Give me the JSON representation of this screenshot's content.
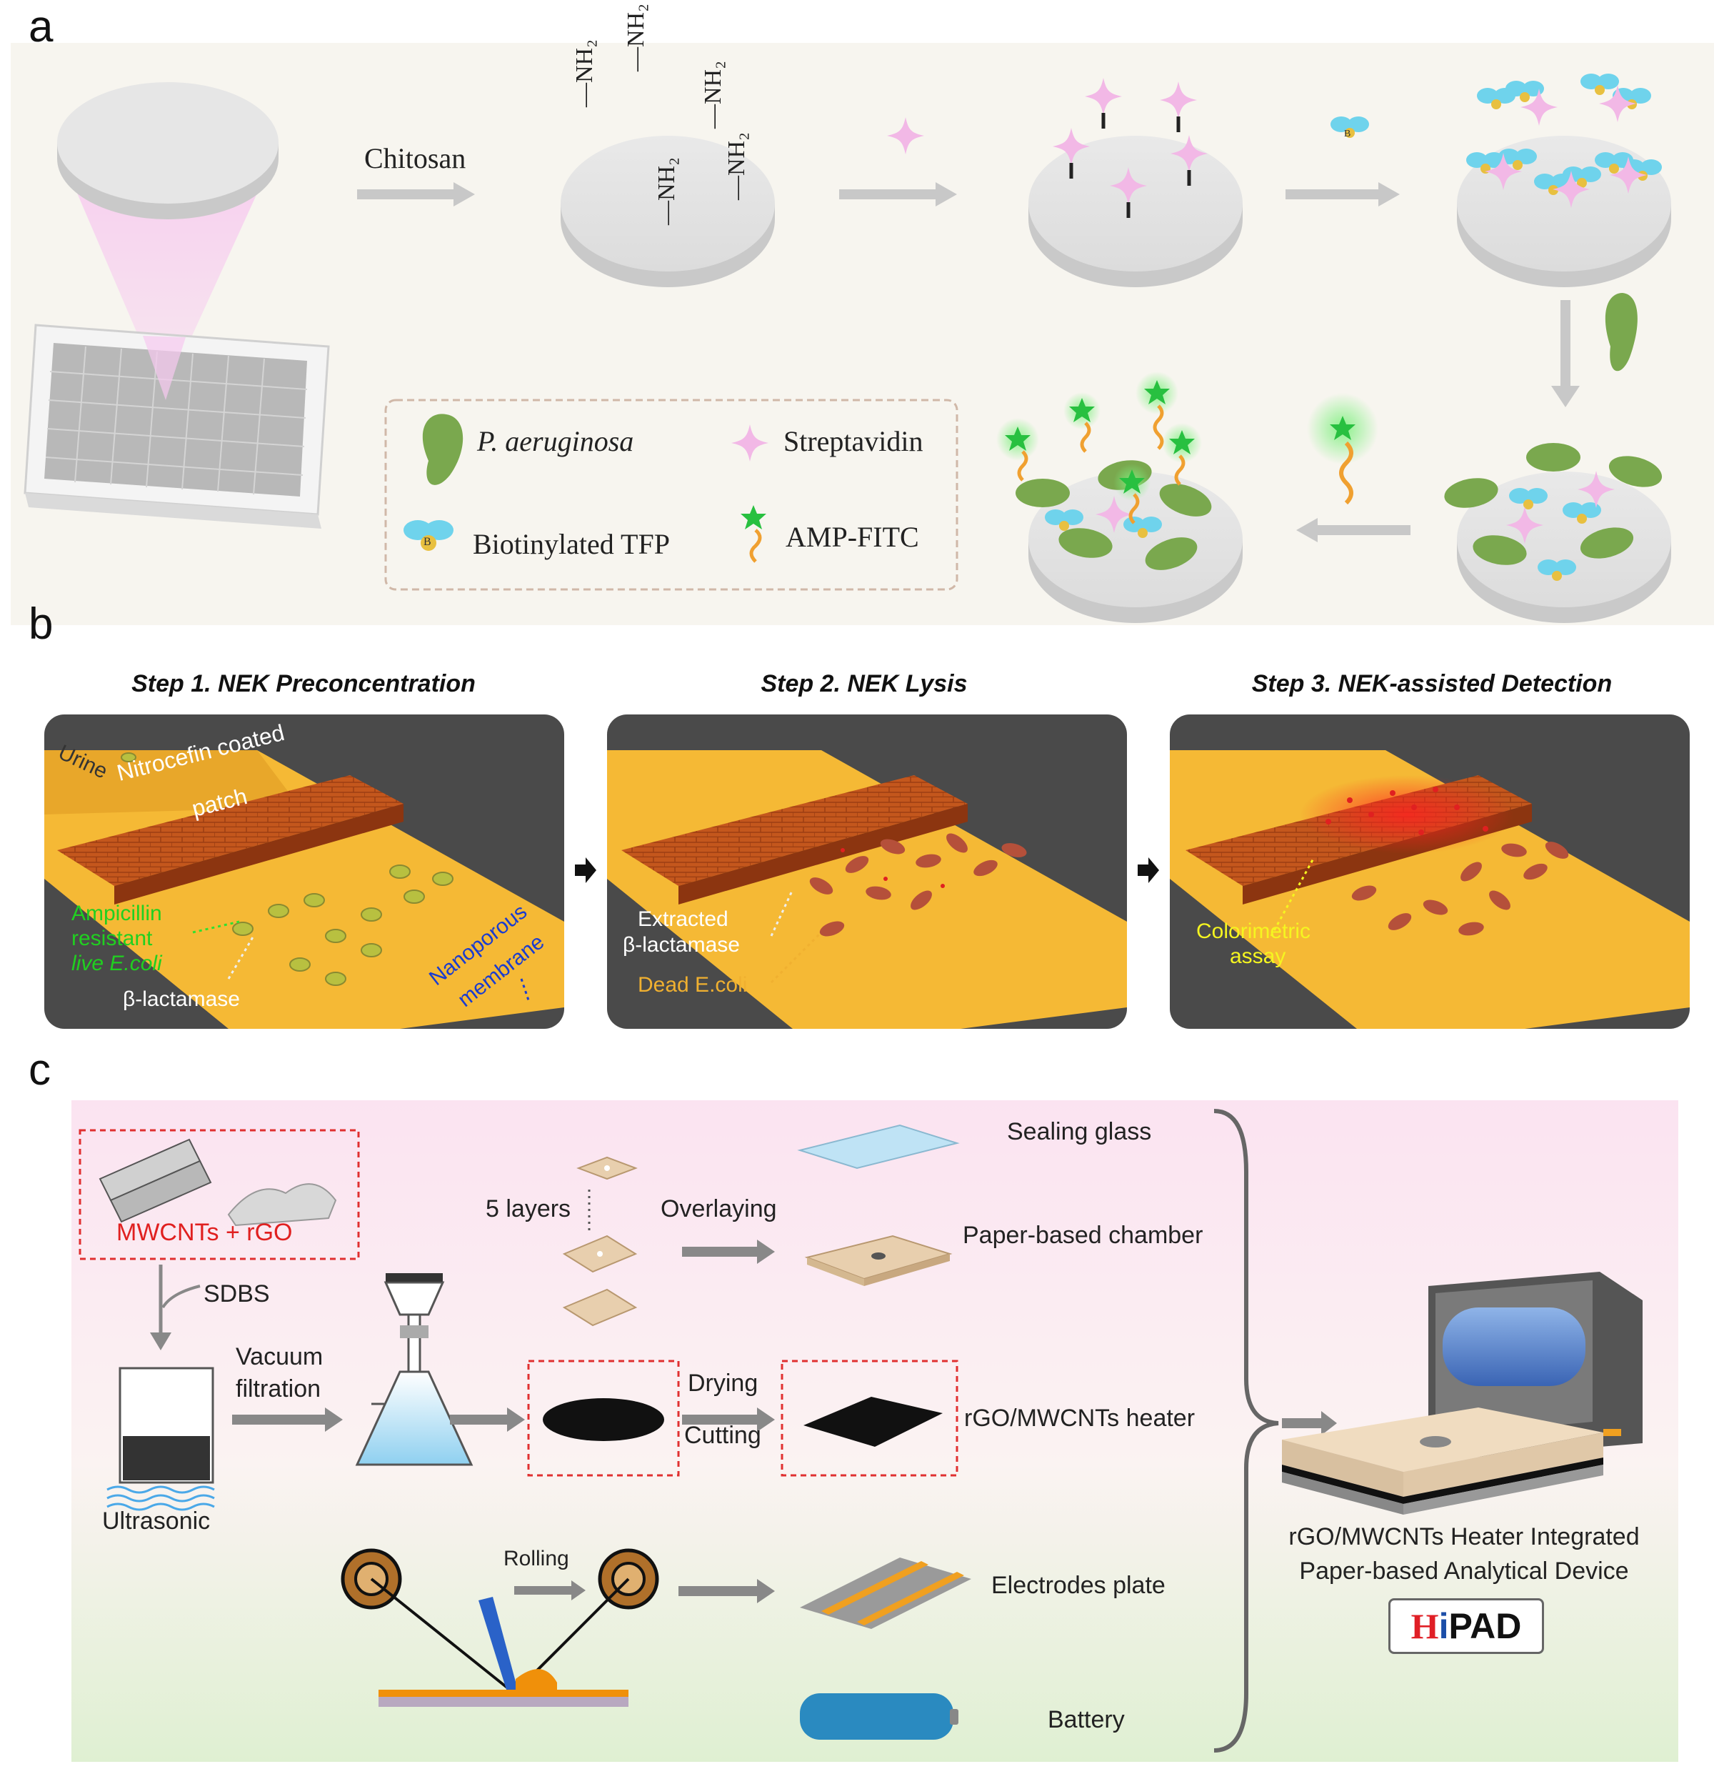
{
  "panels": {
    "a": {
      "letter": "a",
      "arrow_label": "Chitosan",
      "amine": "—NH₂",
      "legend": {
        "bacteria": "P. aeruginosa",
        "streptavidin": "Streptavidin",
        "tfp": "Biotinylated TFP",
        "amp": "AMP-FITC",
        "biotin_mark": "B"
      }
    },
    "b": {
      "letter": "b",
      "step1_title": "Step 1. NEK Preconcentration",
      "step2_title": "Step 2. NEK Lysis",
      "step3_title": "Step 3. NEK-assisted Detection",
      "urine": "Urine",
      "patch_line1": "Nitrocefin coated",
      "patch_line2": "patch",
      "ampicillin_line1": "Ampicillin",
      "ampicillin_line2": "resistant",
      "ampicillin_line3": "live E.coli",
      "beta_lactamase": "β-lactamase",
      "nanoporous_line1": "Nanoporous",
      "nanoporous_line2": "membrane",
      "extracted_line1": "Extracted",
      "extracted_line2": "β-lactamase",
      "dead_ecoli": "Dead E.coli",
      "colorimetric_line1": "Colorimetric",
      "colorimetric_line2": "assay"
    },
    "c": {
      "letter": "c",
      "mwcnts": "MWCNTs + rGO",
      "sdbs": "SDBS",
      "ultrasonic": "Ultrasonic",
      "vacuum_line1": "Vacuum",
      "vacuum_line2": "filtration",
      "five_layers": "5 layers",
      "overlaying": "Overlaying",
      "sealing_glass": "Sealing glass",
      "paper_chamber": "Paper-based chamber",
      "drying": "Drying",
      "cutting": "Cutting",
      "heater": "rGO/MWCNTs heater",
      "rolling": "Rolling",
      "electrodes": "Electrodes plate",
      "battery": "Battery",
      "device_line1": "rGO/MWCNTs Heater Integrated",
      "device_line2": "Paper-based Analytical Device",
      "hipad_h": "H",
      "hipad_i": "i",
      "hipad_pad": "PAD"
    }
  },
  "colors": {
    "panel_a_bg": "#f7f5ef",
    "pink_star": "#f2b8e6",
    "green_bacteria": "#7aa84e",
    "blue_tfp": "#6fd3ec",
    "orange_patch": "#c4571d",
    "yellow_channel": "#f5b935",
    "hipad_red": "#e01f26",
    "hipad_blue": "#1c4ea8"
  }
}
